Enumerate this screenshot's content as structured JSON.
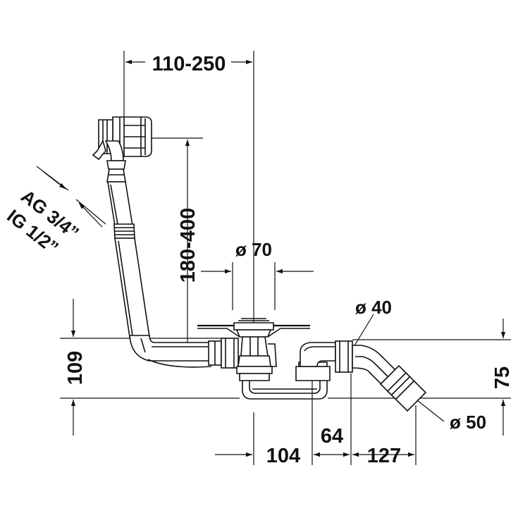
{
  "dimensions": {
    "top_width": "110-250",
    "height_range": "180-400",
    "dia_70": "ø 70",
    "dia_40": "ø 40",
    "dia_50": "ø 50",
    "height_109": "109",
    "height_75": "75",
    "width_104": "104",
    "width_64": "64",
    "width_127": "127"
  },
  "labels": {
    "thread_ag": "AG 3/4”",
    "thread_ig": "IG 1/2”"
  }
}
